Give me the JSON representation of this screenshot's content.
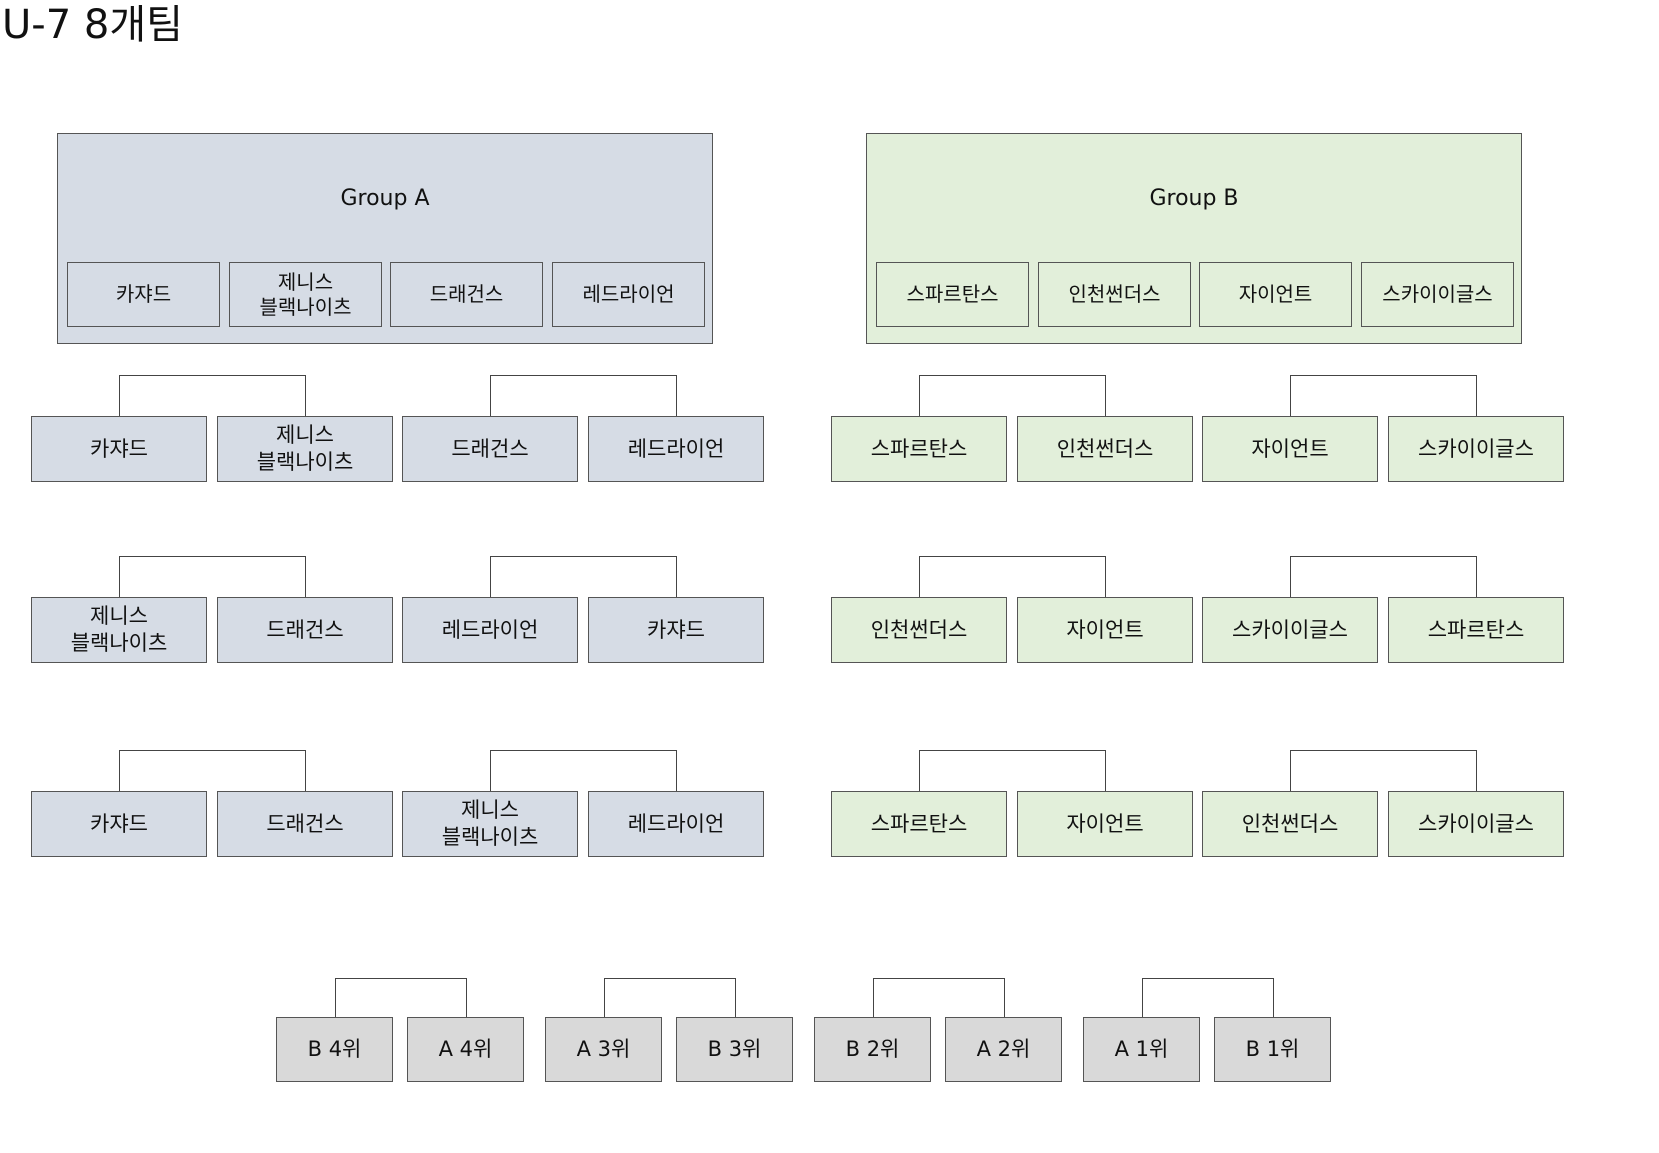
{
  "title": "U-7 8개팀",
  "colors": {
    "group_a": "#d6dce5",
    "group_b": "#e2efda",
    "placement": "#d9d9d9",
    "border": "#555555"
  },
  "group_a": {
    "title": "Group A",
    "teams": [
      "카쟈드",
      "제니스\n블랙나이츠",
      "드래건스",
      "레드라이언"
    ]
  },
  "group_b": {
    "title": "Group B",
    "teams": [
      "스파르탄스",
      "인천썬더스",
      "자이언트",
      "스카이이글스"
    ]
  },
  "group_a_rounds": [
    {
      "matches": [
        [
          "카쟈드",
          "제니스\n블랙나이츠"
        ],
        [
          "드래건스",
          "레드라이언"
        ]
      ]
    },
    {
      "matches": [
        [
          "제니스\n블랙나이츠",
          "드래건스"
        ],
        [
          "레드라이언",
          "카쟈드"
        ]
      ]
    },
    {
      "matches": [
        [
          "카쟈드",
          "드래건스"
        ],
        [
          "제니스\n블랙나이츠",
          "레드라이언"
        ]
      ]
    }
  ],
  "group_b_rounds": [
    {
      "matches": [
        [
          "스파르탄스",
          "인천썬더스"
        ],
        [
          "자이언트",
          "스카이이글스"
        ]
      ]
    },
    {
      "matches": [
        [
          "인천썬더스",
          "자이언트"
        ],
        [
          "스카이이글스",
          "스파르탄스"
        ]
      ]
    },
    {
      "matches": [
        [
          "스파르탄스",
          "자이언트"
        ],
        [
          "인천썬더스",
          "스카이이글스"
        ]
      ]
    }
  ],
  "placement_matches": [
    [
      "B 4위",
      "A 4위"
    ],
    [
      "A 3위",
      "B 3위"
    ],
    [
      "B 2위",
      "A 2위"
    ],
    [
      "A 1위",
      "B 1위"
    ]
  ]
}
